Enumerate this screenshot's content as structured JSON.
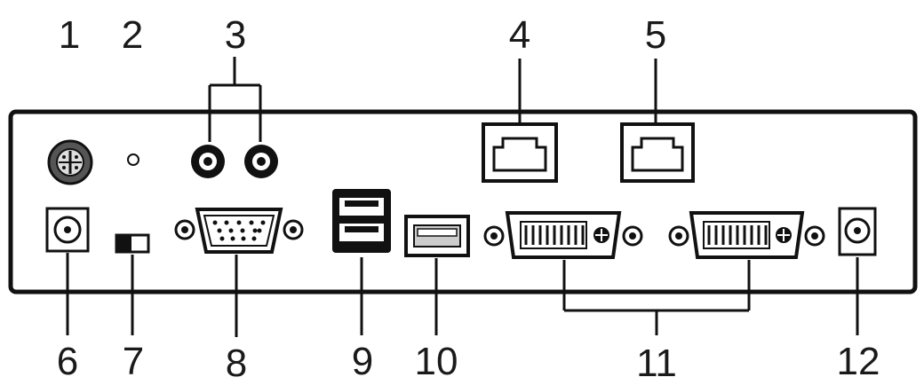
{
  "callouts": {
    "c1": "1",
    "c2": "2",
    "c3": "3",
    "c4": "4",
    "c5": "5",
    "c6": "6",
    "c7": "7",
    "c8": "8",
    "c9": "9",
    "c10": "10",
    "c11": "11",
    "c12": "12"
  },
  "colors": {
    "line": "#111111",
    "background": "#ffffff"
  }
}
